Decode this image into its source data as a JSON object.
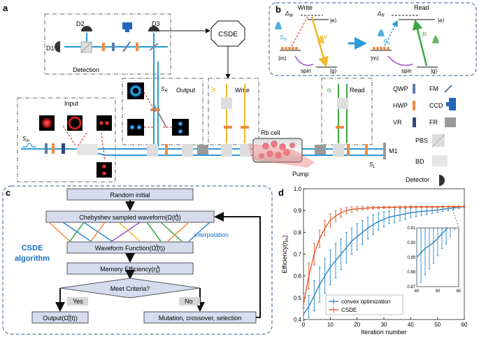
{
  "panel_labels": {
    "a": "a",
    "b": "b",
    "c": "c",
    "d": "d"
  },
  "setup": {
    "detection": "Detection",
    "d1": "D1",
    "d2": "D2",
    "d3": "D3",
    "csde": "CSDE",
    "output": "Output",
    "s_r": "S",
    "s_r_sub": "R",
    "write": "Write",
    "read": "Read",
    "input": "Input",
    "s_in": "S",
    "s_in_sub": "in",
    "rb_cell": "Rb cell",
    "pump": "Pump",
    "s_l": "S",
    "s_l_sub": "L",
    "m1": "M1",
    "beam_w": "W",
    "beam_r": "R"
  },
  "legend": {
    "qwp": "QWP",
    "fm": "FM",
    "hwp": "HWP",
    "ccd": "CCD",
    "vr": "VR",
    "fr": "FR",
    "pbs": "PBS",
    "bd": "BD",
    "detector": "Detector"
  },
  "levels": {
    "write": "Write",
    "read": "Read",
    "e": "|e⟩",
    "m": "|m⟩",
    "g": "|g⟩",
    "spin": "spin",
    "delta_w": "Δ",
    "delta_w_sub": "W",
    "delta_r": "Δ",
    "delta_r_sub": "R",
    "s_in": "S",
    "s_in_sub": "in",
    "s_r": "S",
    "s_r_sub": "R",
    "w": "W",
    "r": "R"
  },
  "algorithm": {
    "title_line1": "CSDE",
    "title_line2": "algorithm",
    "step_random": "Random initial",
    "step_chebyshev": "Chebyshev sampled waveform(Ω(t",
    "step_chebyshev_sub": "i",
    "step_chebyshev_sup": "k",
    "step_chebyshev_end": "))",
    "interpolation": "interpolation",
    "step_waveform": "Waveform Function(Ω",
    "step_waveform_sub": "i",
    "step_waveform_sup": "k",
    "step_waveform_end": "(t))",
    "step_memory": "Memory Efficiency(η",
    "step_memory_sub": "i",
    "step_memory_sup": "k",
    "step_memory_end": ")",
    "decision": "Meet Criteria?",
    "yes": "Yes",
    "no": "No",
    "output": "Output(Ω",
    "output_sub": "i",
    "output_sup": "k",
    "output_end": "(t))",
    "mutation": "Mutation, crossover, selection"
  },
  "chart_data": {
    "type": "line",
    "xlabel": "Iteration number",
    "ylabel": "Efficiency(η",
    "ylabel_sub": "m",
    "ylabel_end": ")",
    "xlim": [
      0,
      60
    ],
    "ylim": [
      0.4,
      1.0
    ],
    "xticks": [
      0,
      10,
      20,
      30,
      40,
      50,
      60
    ],
    "yticks": [
      0.4,
      0.5,
      0.6,
      0.7,
      0.8,
      0.9,
      1.0
    ],
    "x": [
      0,
      2,
      4,
      6,
      8,
      10,
      12,
      14,
      16,
      18,
      20,
      22,
      24,
      26,
      28,
      30,
      32,
      34,
      36,
      38,
      40,
      42,
      44,
      46,
      48,
      50,
      52,
      54,
      56,
      58,
      60
    ],
    "series": [
      {
        "name": "convex optimization",
        "color": "#2a86c8",
        "values": [
          0.425,
          0.46,
          0.51,
          0.56,
          0.6,
          0.64,
          0.67,
          0.7,
          0.73,
          0.76,
          0.78,
          0.8,
          0.82,
          0.835,
          0.85,
          0.86,
          0.87,
          0.875,
          0.88,
          0.885,
          0.89,
          0.893,
          0.896,
          0.898,
          0.9,
          0.903,
          0.906,
          0.909,
          0.912,
          0.915,
          0.918
        ],
        "err": [
          0.03,
          0.05,
          0.07,
          0.08,
          0.08,
          0.08,
          0.08,
          0.07,
          0.07,
          0.06,
          0.06,
          0.055,
          0.05,
          0.045,
          0.04,
          0.035,
          0.03,
          0.03,
          0.028,
          0.025,
          0.022,
          0.02,
          0.018,
          0.016,
          0.014,
          0.012,
          0.01,
          0.01,
          0.008,
          0.006,
          0.005
        ]
      },
      {
        "name": "CSDE",
        "color": "#e05a2b",
        "values": [
          0.47,
          0.6,
          0.7,
          0.77,
          0.82,
          0.855,
          0.875,
          0.89,
          0.9,
          0.905,
          0.908,
          0.91,
          0.912,
          0.913,
          0.914,
          0.915,
          0.915,
          0.915,
          0.916,
          0.916,
          0.917,
          0.917,
          0.917,
          0.917,
          0.917,
          0.917,
          0.918,
          0.918,
          0.918,
          0.918,
          0.918
        ],
        "err": [
          0.05,
          0.06,
          0.05,
          0.04,
          0.035,
          0.03,
          0.025,
          0.02,
          0.015,
          0.012,
          0.01,
          0.008,
          0.007,
          0.006,
          0.005,
          0.005,
          0.004,
          0.004,
          0.004,
          0.004,
          0.004,
          0.003,
          0.003,
          0.003,
          0.003,
          0.003,
          0.003,
          0.003,
          0.003,
          0.003,
          0.003
        ]
      }
    ],
    "inset": {
      "xlim": [
        40,
        60
      ],
      "ylim": [
        0.87,
        0.91
      ],
      "xticks": [
        40,
        50,
        60
      ],
      "yticks": [
        0.87,
        0.88,
        0.89,
        0.9,
        0.91
      ]
    }
  }
}
